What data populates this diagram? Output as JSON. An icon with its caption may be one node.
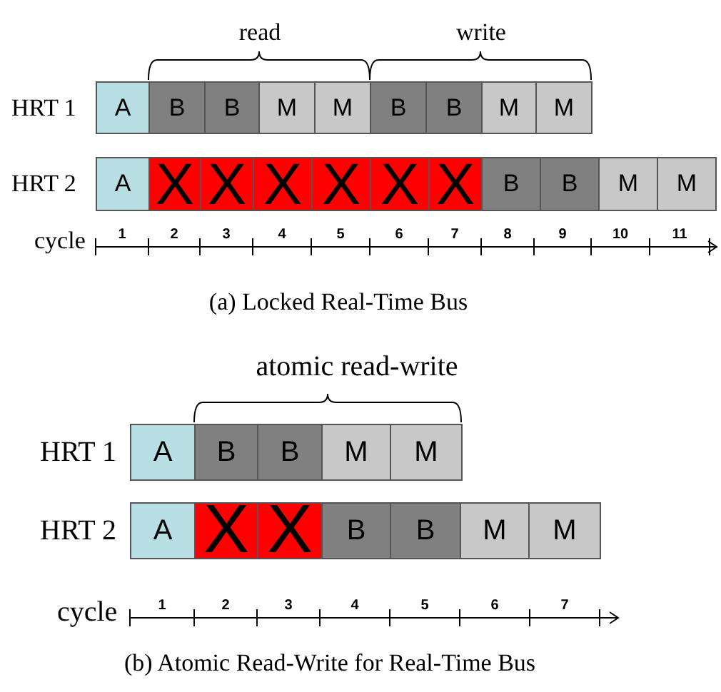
{
  "diagram": {
    "nodes": [
      {
        "text": [
          "A"
        ]
      },
      {
        "text": [
          "B"
        ]
      },
      {
        "text": [
          "B"
        ]
      },
      {
        "text": [
          "M"
        ]
      },
      {
        "text": [
          "M"
        ]
      },
      {
        "text": [
          "B"
        ]
      },
      {
        "text": [
          "B"
        ]
      },
      {
        "text": [
          "M"
        ]
      },
      {
        "text": [
          "M"
        ]
      },
      {
        "text": [
          "A"
        ]
      },
      {
        "text": [
          "X"
        ]
      },
      {
        "text": [
          "X"
        ]
      },
      {
        "text": [
          "X"
        ]
      },
      {
        "text": [
          "X"
        ]
      },
      {
        "text": [
          "X"
        ]
      },
      {
        "text": [
          "X"
        ]
      },
      {
        "text": [
          "B"
        ]
      },
      {
        "text": [
          "B"
        ]
      },
      {
        "text": [
          "M"
        ]
      },
      {
        "text": [
          "M"
        ]
      },
      {
        "text": [
          "A"
        ]
      },
      {
        "text": [
          "B"
        ]
      },
      {
        "text": [
          "B"
        ]
      },
      {
        "text": [
          "M"
        ]
      },
      {
        "text": [
          "M"
        ]
      },
      {
        "text": [
          "A"
        ]
      },
      {
        "text": [
          "X"
        ]
      },
      {
        "text": [
          "X"
        ]
      },
      {
        "text": [
          "B"
        ]
      },
      {
        "text": [
          "B"
        ]
      },
      {
        "text": [
          "M"
        ]
      },
      {
        "text": [
          "M"
        ]
      }
    ],
    "labels": [
      "read",
      "write",
      "HRT 1",
      "HRT 2",
      "cycle",
      "1",
      "2",
      "3",
      "4",
      "5",
      "6",
      "7",
      "8",
      "9",
      "10",
      "11",
      "(a) Locked Real-Time Bus",
      "atomic read-write",
      "HRT 1",
      "HRT 2",
      "cycle",
      "1",
      "2",
      "3",
      "4",
      "5",
      "6",
      "7",
      "(b) Atomic Read-Write for Real-Time Bus"
    ]
  }
}
